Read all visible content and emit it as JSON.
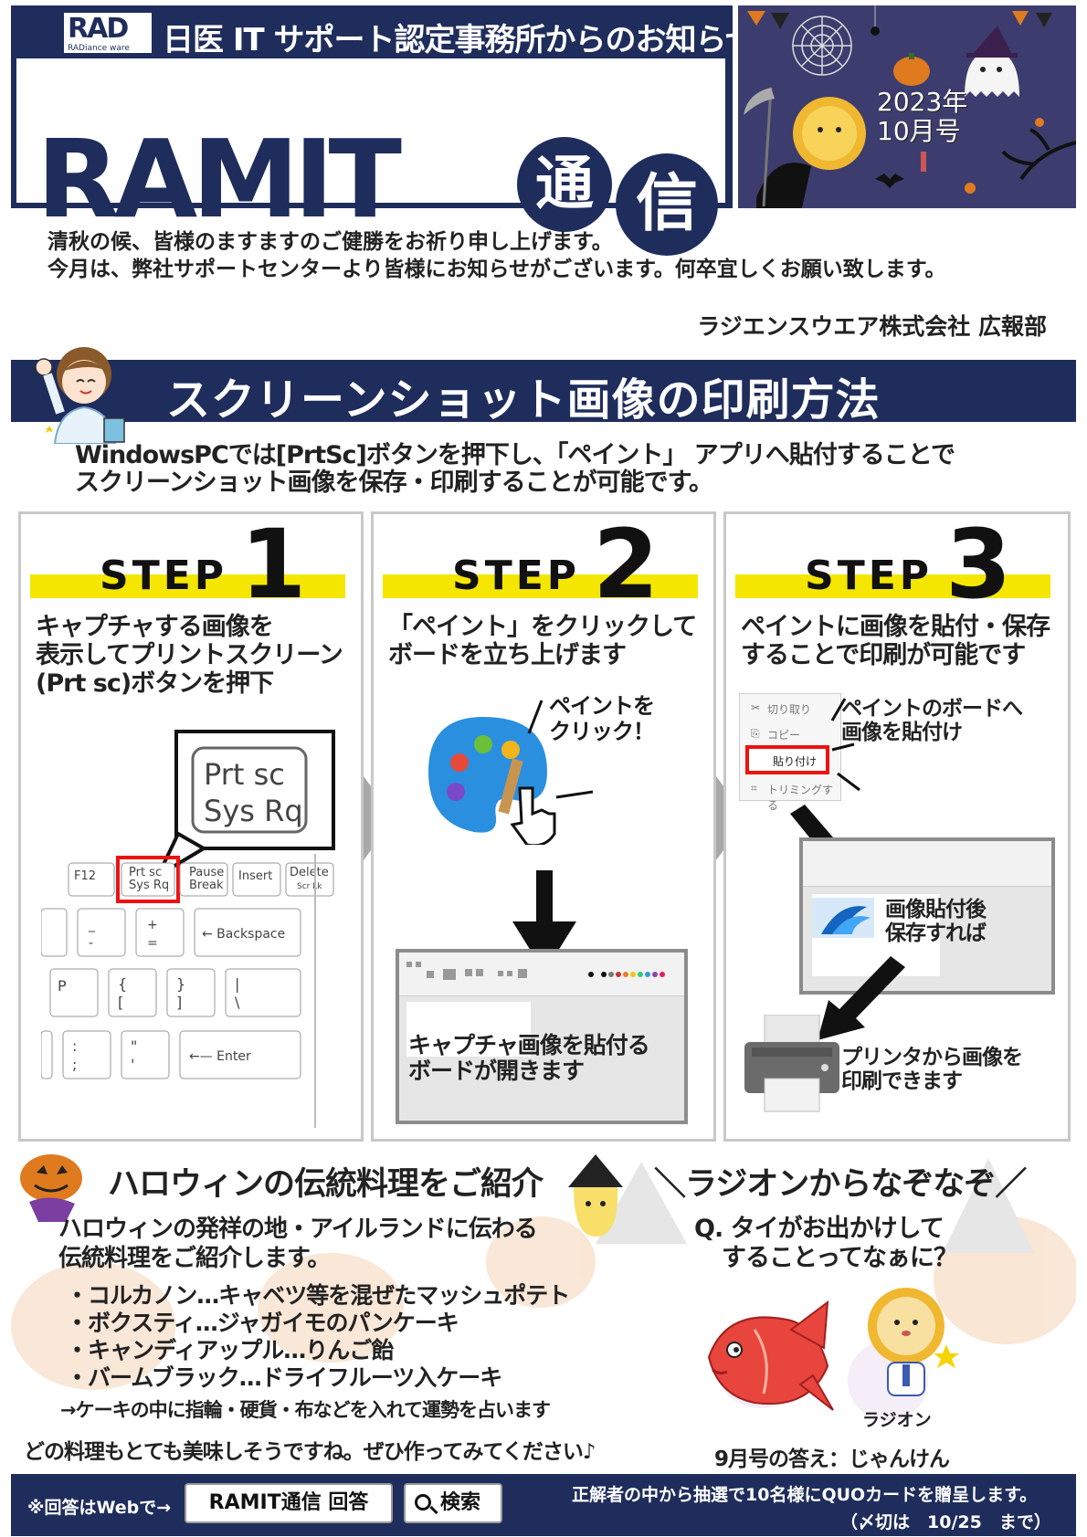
{
  "header": {
    "logo_text": "RAD",
    "logo_sub": "RADiance ware",
    "notice": "日医 IT サポート認定事務所からのお知らせです",
    "title": "RAMIT",
    "title_char1": "通",
    "title_char2": "信",
    "issue_year": "2023年",
    "issue_month": "10月号"
  },
  "greeting": {
    "line1": "清秋の候、皆様のますますのご健勝をお祈り申し上げます。",
    "line2": "今月は、弊社サポートセンターより皆様にお知らせがございます。何卒宜しくお願い致します。",
    "signature": "ラジエンスウエア株式会社 広報部"
  },
  "section": {
    "title": "スクリーンショット画像の印刷方法",
    "intro_line1": "WindowsPCでは[PrtSc]ボタンを押下し、「ペイント」 アプリへ貼付することで",
    "intro_line2": "スクリーンショット画像を保存・印刷することが可能です。"
  },
  "steps": [
    {
      "word": "STEP",
      "num": "1",
      "desc_line1": "キャプチャする画像を",
      "desc_line2": "表示してプリントスクリーン",
      "desc_line3": "(Prt sc)ボタンを押下",
      "keys": {
        "zoom_line1": "Prt sc",
        "zoom_line2": "Sys Rq",
        "f12": "F12",
        "prtsc_1": "Prt sc",
        "prtsc_2": "Sys Rq",
        "pause_1": "Pause",
        "pause_2": "Break",
        "insert": "Insert",
        "delete_1": "Delete",
        "delete_2": "Scr Lk",
        "minus_top": "_",
        "minus_bot": "-",
        "plus_top": "+",
        "plus_bot": "=",
        "backspace": "← Backspace",
        "p": "P",
        "brace_top": "{",
        "brace_bot": "[",
        "cbrace_top": "}",
        "cbrace_bot": "]",
        "pipe_top": "|",
        "pipe_bot": "\\",
        "colon_top": ":",
        "colon_bot": ";",
        "quote_top": "\"",
        "quote_bot": "'",
        "enter": "←— Enter"
      }
    },
    {
      "word": "STEP",
      "num": "2",
      "desc_line1": "「ペイント」をクリックして",
      "desc_line2": "ボードを立ち上げます",
      "callout_line1": "ペイントを",
      "callout_line2": "クリック！",
      "board_line1": "キャプチャ画像を貼付る",
      "board_line2": "ボードが開きます"
    },
    {
      "word": "STEP",
      "num": "3",
      "desc_line1": "ペイントに画像を貼付・保存",
      "desc_line2": "することで印刷が可能です",
      "menu": [
        "切り取り",
        "コピー",
        "貼り付け",
        "トリミングする"
      ],
      "paste_line1": "ペイントのボードへ",
      "paste_line2": "画像を貼付け",
      "save_line1": "画像貼付後",
      "save_line2": "保存すれば",
      "print_line1": "プリンタから画像を",
      "print_line2": "印刷できます"
    }
  ],
  "halloween": {
    "title": "ハロウィンの伝統料理をご紹介",
    "intro_line1": "ハロウィンの発祥の地・アイルランドに伝わる",
    "intro_line2": "伝統料理をご紹介します。",
    "items": [
      "・コルカノン…キャベツ等を混ぜたマッシュポテト",
      "・ボクスティ…ジャガイモのパンケーキ",
      "・キャンディアップル…りんご飴",
      "・バームブラック…ドライフルーツ入ケーキ"
    ],
    "note": "→ケーキの中に指輪・硬貨・布などを入れて運勢を占います",
    "closing": "どの料理もとても美味しそうですね。ぜひ作ってみてください♪"
  },
  "riddle": {
    "title": "＼ラジオンからなぞなぞ／",
    "q_line1": "Q. タイがお出かけして",
    "q_line2": "することってなぁに？",
    "character_name": "ラジオン",
    "last_answer": "9月号の答え：じゃんけん"
  },
  "footer": {
    "label": "※回答はWebで→",
    "search_text": "RAMIT通信 回答",
    "search_button": "検索",
    "prize": "正解者の中から抽選で10名様にQUOカードを贈呈します。",
    "deadline": "（〆切は　10/25　まで）"
  }
}
